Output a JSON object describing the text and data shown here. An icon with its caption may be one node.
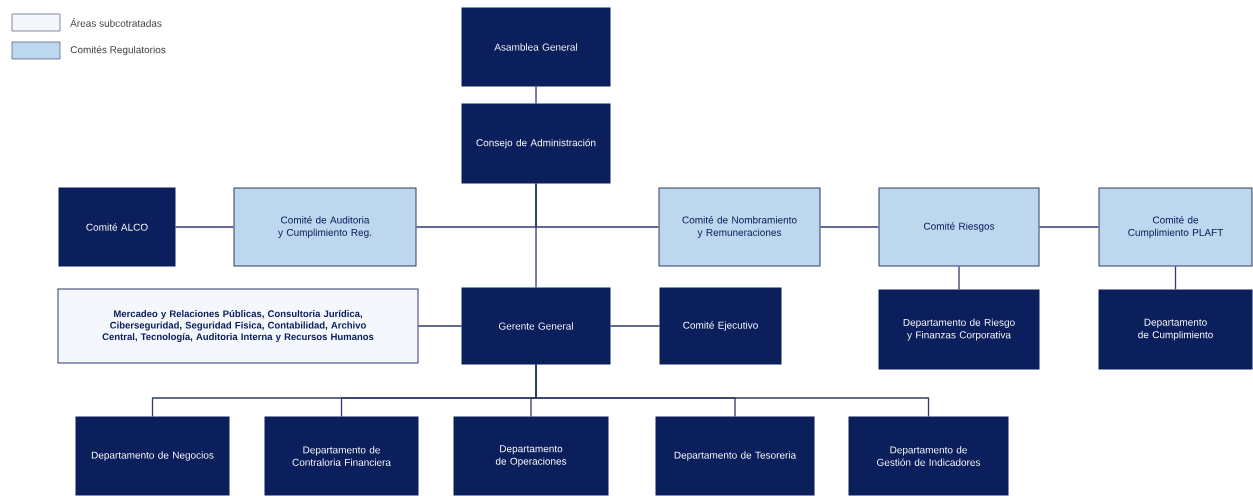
{
  "diagram": {
    "nodes": [
      {
        "text": [
          "Asamblea General"
        ]
      },
      {
        "text": [
          "Consejo de Administración"
        ]
      },
      {
        "text": [
          "Comité ALCO"
        ]
      },
      {
        "text": [
          "Comité de Auditoria y Cumplimiento Reg."
        ]
      },
      {
        "text": [
          "Comité de Nombramiento y Remuneraciones"
        ]
      },
      {
        "text": [
          "Comité Riesgos"
        ]
      },
      {
        "text": [
          "Comité de Cumplimiento PLAFT"
        ]
      },
      {
        "text": [
          "Mercadeo y Relaciones Públicas, Consultoria Jurídica, Ciberseguridad, Seguridad Física, Contabilidad, Archivo Central, Tecnología, Auditoria Interna y Recursos Humanos"
        ]
      },
      {
        "text": [
          "Gerente General"
        ]
      },
      {
        "text": [
          "Comité Ejecutivo"
        ]
      },
      {
        "text": [
          "Departamento de Riesgo y Finanzas Corporativa"
        ]
      },
      {
        "text": [
          "Departamento de Cumplimiento"
        ]
      },
      {
        "text": [
          "Departamento de Negocios"
        ]
      },
      {
        "text": [
          "Departamento de Contraloria Financiera"
        ]
      },
      {
        "text": [
          "Departamento de Operaciones"
        ]
      },
      {
        "text": [
          "Departamento de Tesoreria"
        ]
      },
      {
        "text": [
          "Departamento de Gestión de Indicadores"
        ]
      }
    ],
    "edges": [
      {
        "from": 0,
        "to": 1,
        "arrow": "none"
      },
      {
        "from": 1,
        "to": 8,
        "arrow": "none"
      },
      {
        "from": 1,
        "to": 3,
        "arrow": "none"
      },
      {
        "from": 1,
        "to": 4,
        "arrow": "none"
      },
      {
        "from": 2,
        "to": 3,
        "arrow": "none"
      },
      {
        "from": 4,
        "to": 5,
        "arrow": "none"
      },
      {
        "from": 5,
        "to": 6,
        "arrow": "none"
      },
      {
        "from": 5,
        "to": 10,
        "arrow": "none"
      },
      {
        "from": 6,
        "to": 11,
        "arrow": "none"
      },
      {
        "from": 8,
        "to": 7,
        "arrow": "none"
      },
      {
        "from": 8,
        "to": 9,
        "arrow": "none"
      },
      {
        "from": 8,
        "to": 12,
        "arrow": "none"
      },
      {
        "from": 8,
        "to": 13,
        "arrow": "none"
      },
      {
        "from": 8,
        "to": 14,
        "arrow": "none"
      },
      {
        "from": 8,
        "to": 15,
        "arrow": "none"
      },
      {
        "from": 8,
        "to": 16,
        "arrow": "none"
      }
    ],
    "legend": [
      {
        "text": "Áreas subcotratadas",
        "color": "#f4f8fd"
      },
      {
        "text": "Comités Regulatorios",
        "color": "#bdd7ee"
      }
    ]
  }
}
